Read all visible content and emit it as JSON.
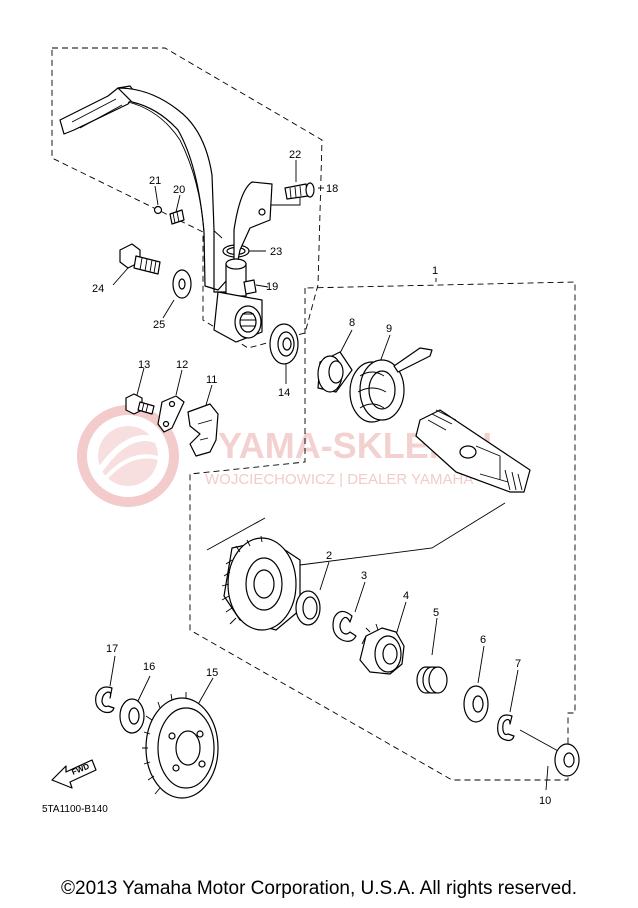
{
  "diagram": {
    "code": "5TA1100-B140",
    "fwd_label": "FWD",
    "watermark": {
      "title": "YAMA-SKLEP.PL",
      "subtitle": "WOJCIECHOWICZ | DEALER YAMAHA",
      "logo_color": "#e88a8a"
    },
    "callouts": [
      "1",
      "2",
      "3",
      "4",
      "5",
      "6",
      "7",
      "8",
      "9",
      "10",
      "11",
      "12",
      "13",
      "14",
      "15",
      "16",
      "17",
      "18",
      "19",
      "20",
      "21",
      "22",
      "23",
      "24",
      "25"
    ]
  },
  "footer": {
    "copyright": "©2013 Yamaha Motor Corporation, U.S.A. All rights reserved."
  }
}
